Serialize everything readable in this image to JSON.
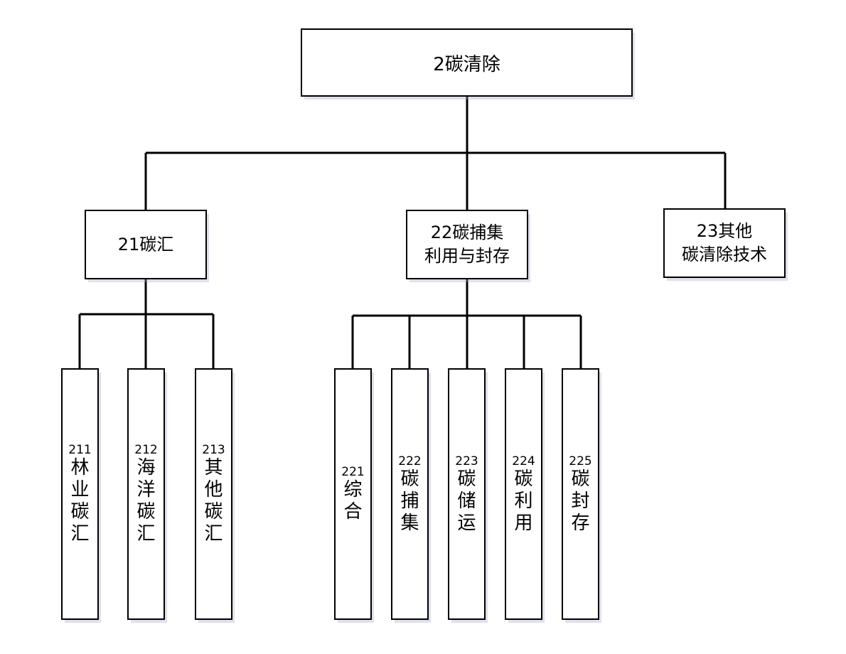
{
  "tree": {
    "root": {
      "label": "2碳清除"
    },
    "level2": [
      {
        "label": "21碳汇",
        "children": [
          {
            "code": "211",
            "name": "林业碳汇"
          },
          {
            "code": "212",
            "name": "海洋碳汇"
          },
          {
            "code": "213",
            "name": "其他碳汇"
          }
        ]
      },
      {
        "label": "22碳捕集\n利用与封存",
        "children": [
          {
            "code": "221",
            "name": "综合"
          },
          {
            "code": "222",
            "name": "碳捕集"
          },
          {
            "code": "223",
            "name": "碳储运"
          },
          {
            "code": "224",
            "name": "碳利用"
          },
          {
            "code": "225",
            "name": "碳封存"
          }
        ]
      },
      {
        "label": "23其他\n碳清除技术",
        "children": []
      }
    ]
  },
  "style": {
    "line_color": "#000000",
    "box_border_color": "#000000",
    "box_fill": "#ffffff"
  }
}
